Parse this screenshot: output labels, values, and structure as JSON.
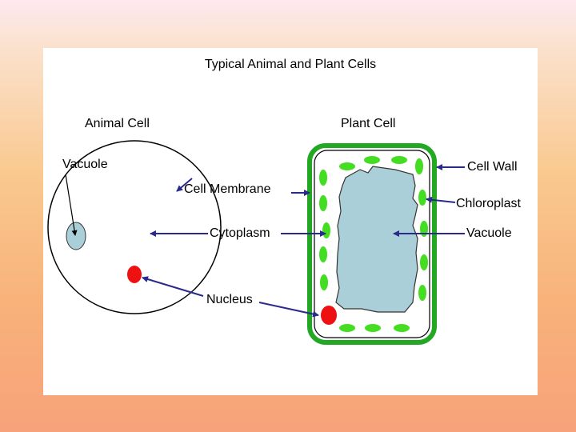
{
  "title": "Typical Animal and Plant Cells",
  "animal_cell": {
    "heading": "Animal Cell",
    "labels": {
      "vacuole": "Vacuole",
      "cell_membrane": "Cell Membrane",
      "cytoplasm": "Cytoplasm",
      "nucleus": "Nucleus"
    }
  },
  "plant_cell": {
    "heading": "Plant Cell",
    "labels": {
      "cell_wall": "Cell Wall",
      "chloroplast": "Chloroplast",
      "vacuole": "Vacuole"
    }
  },
  "colors": {
    "arrow": "#2a2a8c",
    "cell_wall": "#22a822",
    "chloroplast": "#44dd22",
    "vacuole_fill": "#aacfd8",
    "nucleus": "#ee1111",
    "outline": "#000000"
  }
}
